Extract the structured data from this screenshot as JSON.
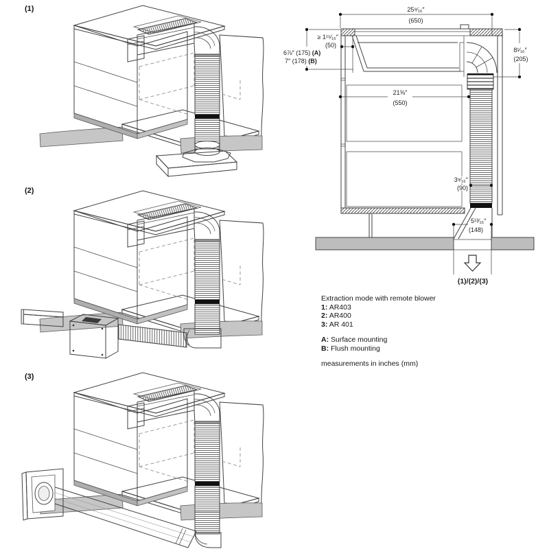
{
  "figures": {
    "f1": "(1)",
    "f2": "(2)",
    "f3": "(3)"
  },
  "section": {
    "top_in": "25⁹⁄₁₆″",
    "top_mm": "(650)",
    "clear_in": "≥ 1¹⁵⁄₁₆″",
    "clear_mm": "(50)",
    "depth_a": "6⅞″ (175) ",
    "depth_a_tag": "(A)",
    "depth_b": "7″ (178) ",
    "depth_b_tag": "(B)",
    "right_in": "8¹⁄₁₆″",
    "right_mm": "(205)",
    "inner_in": "21⅝″",
    "inner_mm": "(550)",
    "duct_in": "3⁹⁄₁₆″",
    "duct_mm": "(90)",
    "floor_in": "5¹³⁄₁₆″",
    "floor_mm": "(148)",
    "outlet": "(1)/(2)/(3)"
  },
  "notes": {
    "title": "Extraction mode with remote blower",
    "items": [
      {
        "k": "1:",
        "v": "AR403"
      },
      {
        "k": "2:",
        "v": "AR400"
      },
      {
        "k": "3:",
        "v": "AR 401"
      }
    ],
    "mounts": [
      {
        "k": "A:",
        "v": "Surface mounting"
      },
      {
        "k": "B:",
        "v": "Flush mounting"
      }
    ],
    "footer": "measurements in inches (mm)"
  },
  "icons": {
    "flow_arrow": "down-outline-arrow"
  },
  "colors": {
    "line": "#3f3f3f",
    "floor_grey": "#c6c6c6",
    "panel_grey": "#d8d8d8",
    "plate_grey": "#ededed"
  }
}
